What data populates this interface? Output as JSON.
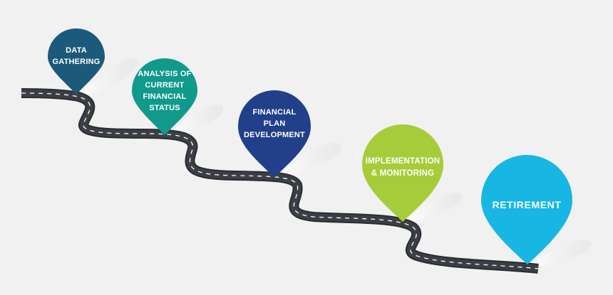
{
  "steps": [
    {
      "label": "DATA\nGATHERING",
      "color": "#1b5a7a"
    },
    {
      "label": "ANALYSIS OF\nCURRENT\nFINANCIAL\nSTATUS",
      "color": "#11998c"
    },
    {
      "label": "FINANCIAL\nPLAN\nDEVELOPMENT",
      "color": "#223f8a"
    },
    {
      "label": "IMPLEMENTATION\n& MONITORING",
      "color": "#a6cc3a"
    },
    {
      "label": "RETIREMENT",
      "color": "#17b6e3"
    }
  ],
  "road": {
    "asphalt": "#3b3f45",
    "edge": "#2a2d31",
    "lane_marks": "#ffffff"
  }
}
